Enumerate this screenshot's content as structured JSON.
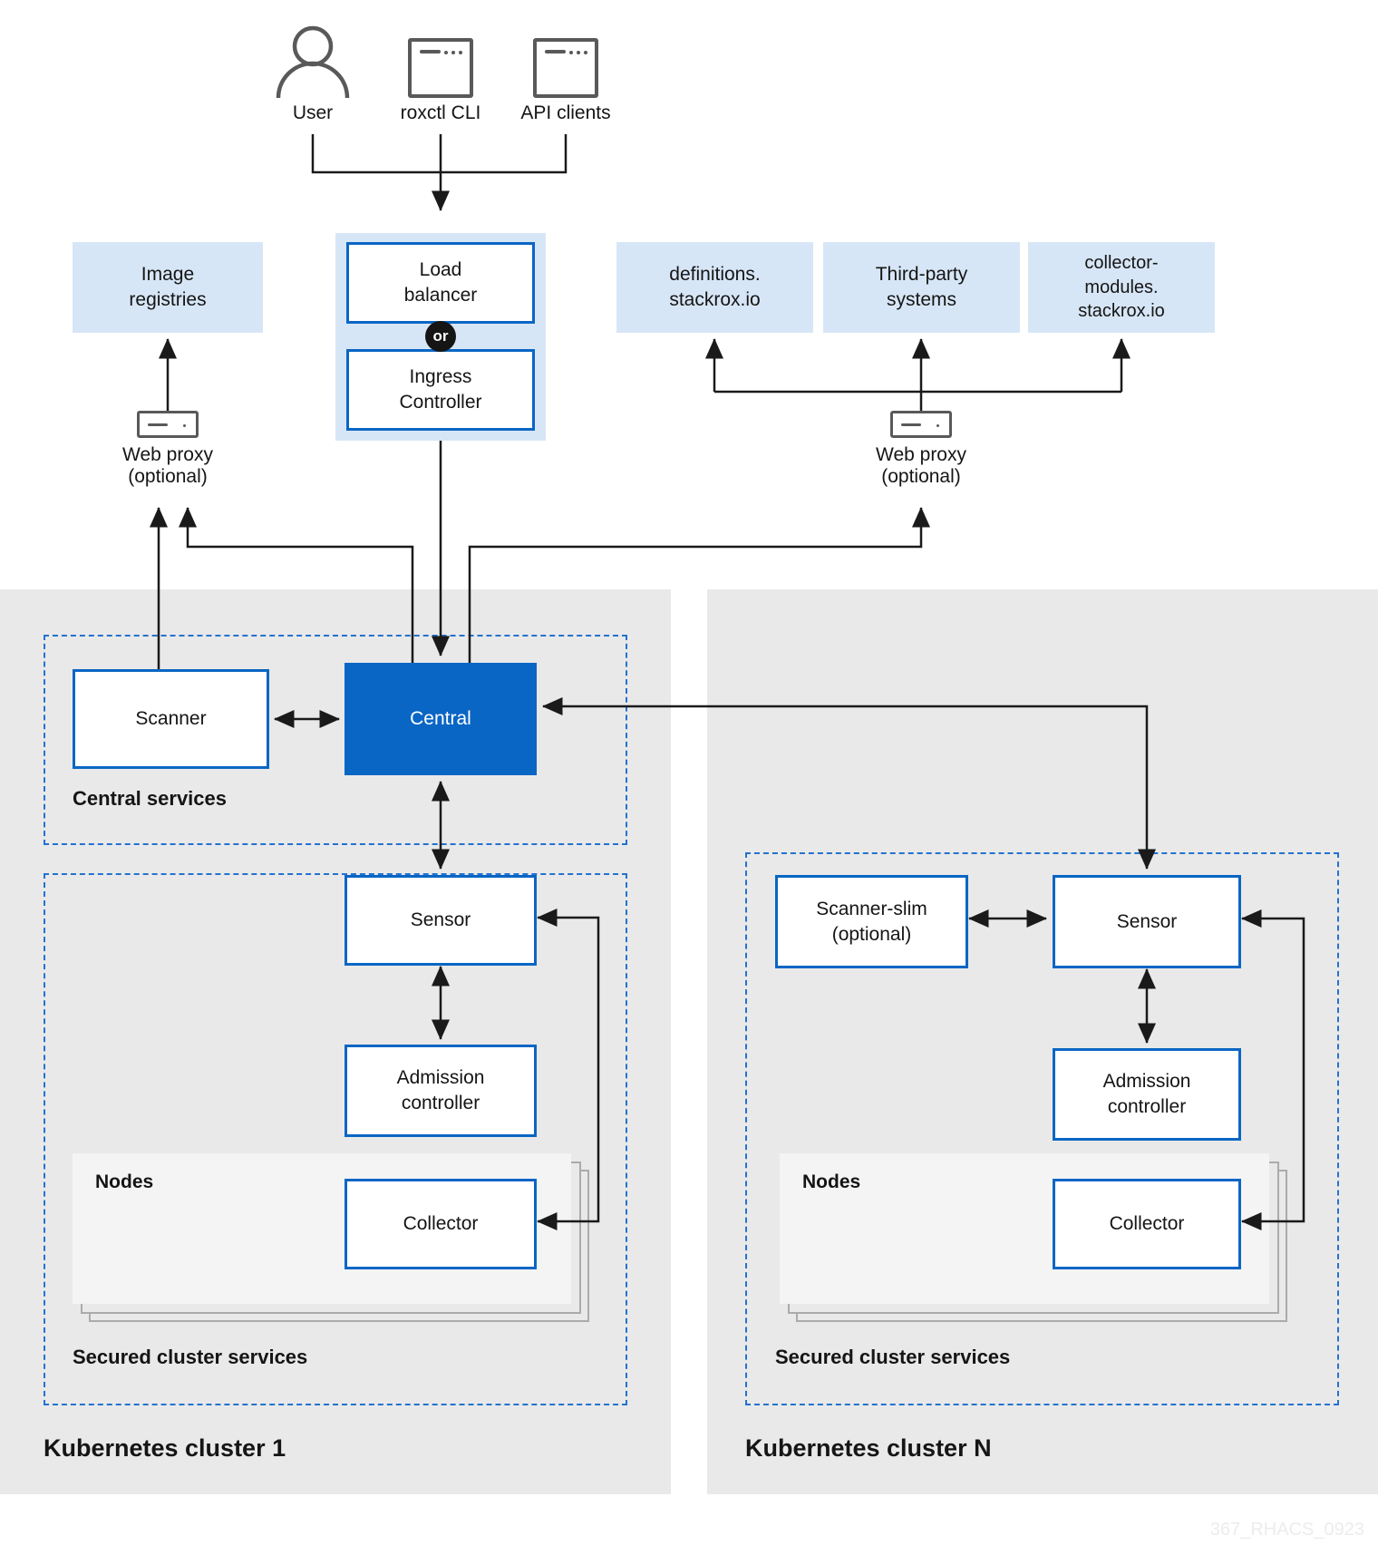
{
  "colors": {
    "accent_blue": "#0a66c4",
    "light_blue": "#d7e6f6",
    "panel_gray": "#e9e9e9",
    "nodes_gray": "#f4f4f4",
    "line_dark": "#1a1a1a",
    "icon_gray": "#595959",
    "dashed_blue": "#2472cf",
    "watermark_gray": "#ececec"
  },
  "top_row": {
    "user": "User",
    "roxctl": "roxctl CLI",
    "api_clients": "API clients"
  },
  "gateway": {
    "load_balancer": [
      "Load",
      "balancer"
    ],
    "or": "or",
    "ingress": [
      "Ingress",
      "Controller"
    ]
  },
  "external": {
    "image_registries": [
      "Image",
      "registries"
    ],
    "definitions": [
      "definitions.",
      "stackrox.io"
    ],
    "third_party": [
      "Third-party",
      "systems"
    ],
    "collector_modules": [
      "collector-",
      "modules.",
      "stackrox.io"
    ],
    "web_proxy_left": [
      "Web proxy",
      "(optional)"
    ],
    "web_proxy_right": [
      "Web proxy",
      "(optional)"
    ]
  },
  "central_services": {
    "label": "Central services",
    "scanner": "Scanner",
    "central": "Central"
  },
  "cluster1": {
    "title": "Kubernetes cluster 1",
    "secured_label": "Secured cluster services",
    "sensor": "Sensor",
    "admission": [
      "Admission",
      "controller"
    ],
    "nodes": "Nodes",
    "collector": "Collector"
  },
  "clusterN": {
    "title": "Kubernetes cluster N",
    "secured_label": "Secured cluster services",
    "scanner_slim": [
      "Scanner-slim",
      "(optional)"
    ],
    "sensor": "Sensor",
    "admission": [
      "Admission",
      "controller"
    ],
    "nodes": "Nodes",
    "collector": "Collector"
  },
  "watermark": "367_RHACS_0923"
}
